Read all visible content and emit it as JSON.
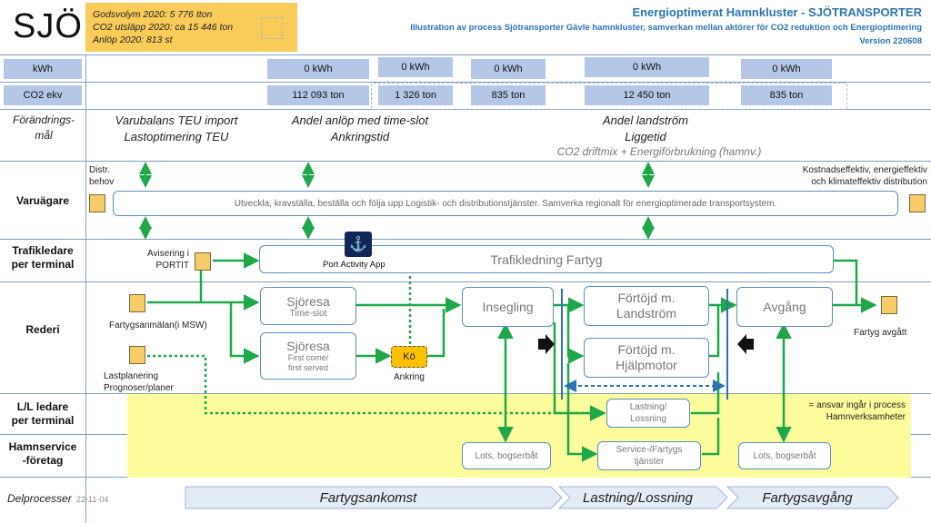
{
  "header": {
    "logo": "SJÖ",
    "info_lines": [
      "Godsvolym 2020: 5 776 tton",
      "CO2 utsläpp 2020: ca 15 446 ton",
      "Anlöp 2020: 813 st"
    ],
    "title": "Energioptimerat  Hamnkluster  - SJÖTRANSPORTER",
    "subtitle": "Illustration av process Sjötransporter Gävle hamnkluster, samverkan mellan aktörer för CO2 reduktion och Energioptimering",
    "version": "Version 220608"
  },
  "metrics": {
    "kwh_label": "kWh",
    "co2_label": "CO2 ekv",
    "kwh_values": [
      "0 kWh",
      "0 kWh",
      "0 kWh",
      "0 kWh",
      "0 kWh"
    ],
    "co2_values": [
      "112 093 ton",
      "1 326 ton",
      "835 ton",
      "12 450 ton",
      "835 ton"
    ]
  },
  "goals": {
    "label": "Förändrings-\nmål",
    "col1": "Varubalans TEU import\nLastoptimering TEU",
    "col2": "Andel anlöp med time-slot\nAnkringstid",
    "col3": "Andel landström\nLiggetid",
    "col3_note": "CO2 driftmix + Energiförbrukning (hamnv.)"
  },
  "lanes": {
    "varuagare": "Varuägare",
    "trafikledare": "Trafikledare\nper terminal",
    "rederi": "Rederi",
    "ll_ledare": "L/L ledare\nper terminal",
    "hamnservice": "Hamnservice\n-företag",
    "delprocesser": "Delprocesser"
  },
  "varuagare": {
    "left_note": "Distr.\nbehov",
    "right_note": "Kostnadseffektiv, energieffektiv\noch klimateffektiv distribution",
    "bar_text": "Utveckla, kravställa, beställa och följa upp Logistik- och distributionstjänster. Samverka regionalt för energioptimerade transportsystem."
  },
  "trafik": {
    "avisering": "Avisering i\nPORTIT",
    "app_label": "Port Activity App",
    "bar_text": "Trafikledning Fartyg"
  },
  "rederi": {
    "msw": "Fartygsanmälan(i MSW)",
    "lastplanering": "Lastplanering\nPrognoser/planer",
    "sjoresa1_title": "Sjöresa",
    "sjoresa1_sub": "Time-slot",
    "sjoresa2_title": "Sjöresa",
    "sjoresa2_sub": "First come/\nfirst served",
    "ko": "Kö",
    "ankring": "Ankring",
    "insegling": "Insegling",
    "landstrom": "Förtöjd m.\nLandström",
    "hjalpmotor": "Förtöjd m.\nHjälpmotor",
    "avgang": "Avgång",
    "avgatt": "Fartyg avgått"
  },
  "ll": {
    "lastning": "Lastning/\nLossning",
    "legend": "= ansvar ingår i process\nHamnverksamheter"
  },
  "hamnservice": {
    "lots1": "Lots, bogserbåt",
    "service": "Service-/Fartygs\ntjänster",
    "lots2": "Lots, bogserbåt"
  },
  "delprocesser": {
    "date": "22-11-04",
    "phases": [
      "Fartygsankomst",
      "Lastning/Lossning",
      "Fartygsavgång"
    ]
  },
  "colors": {
    "flow": "#1fa84a",
    "accent_blue": "#2e74b5",
    "yellow_area": "#fcfc9c",
    "orange_box": "#f6cc6a"
  }
}
